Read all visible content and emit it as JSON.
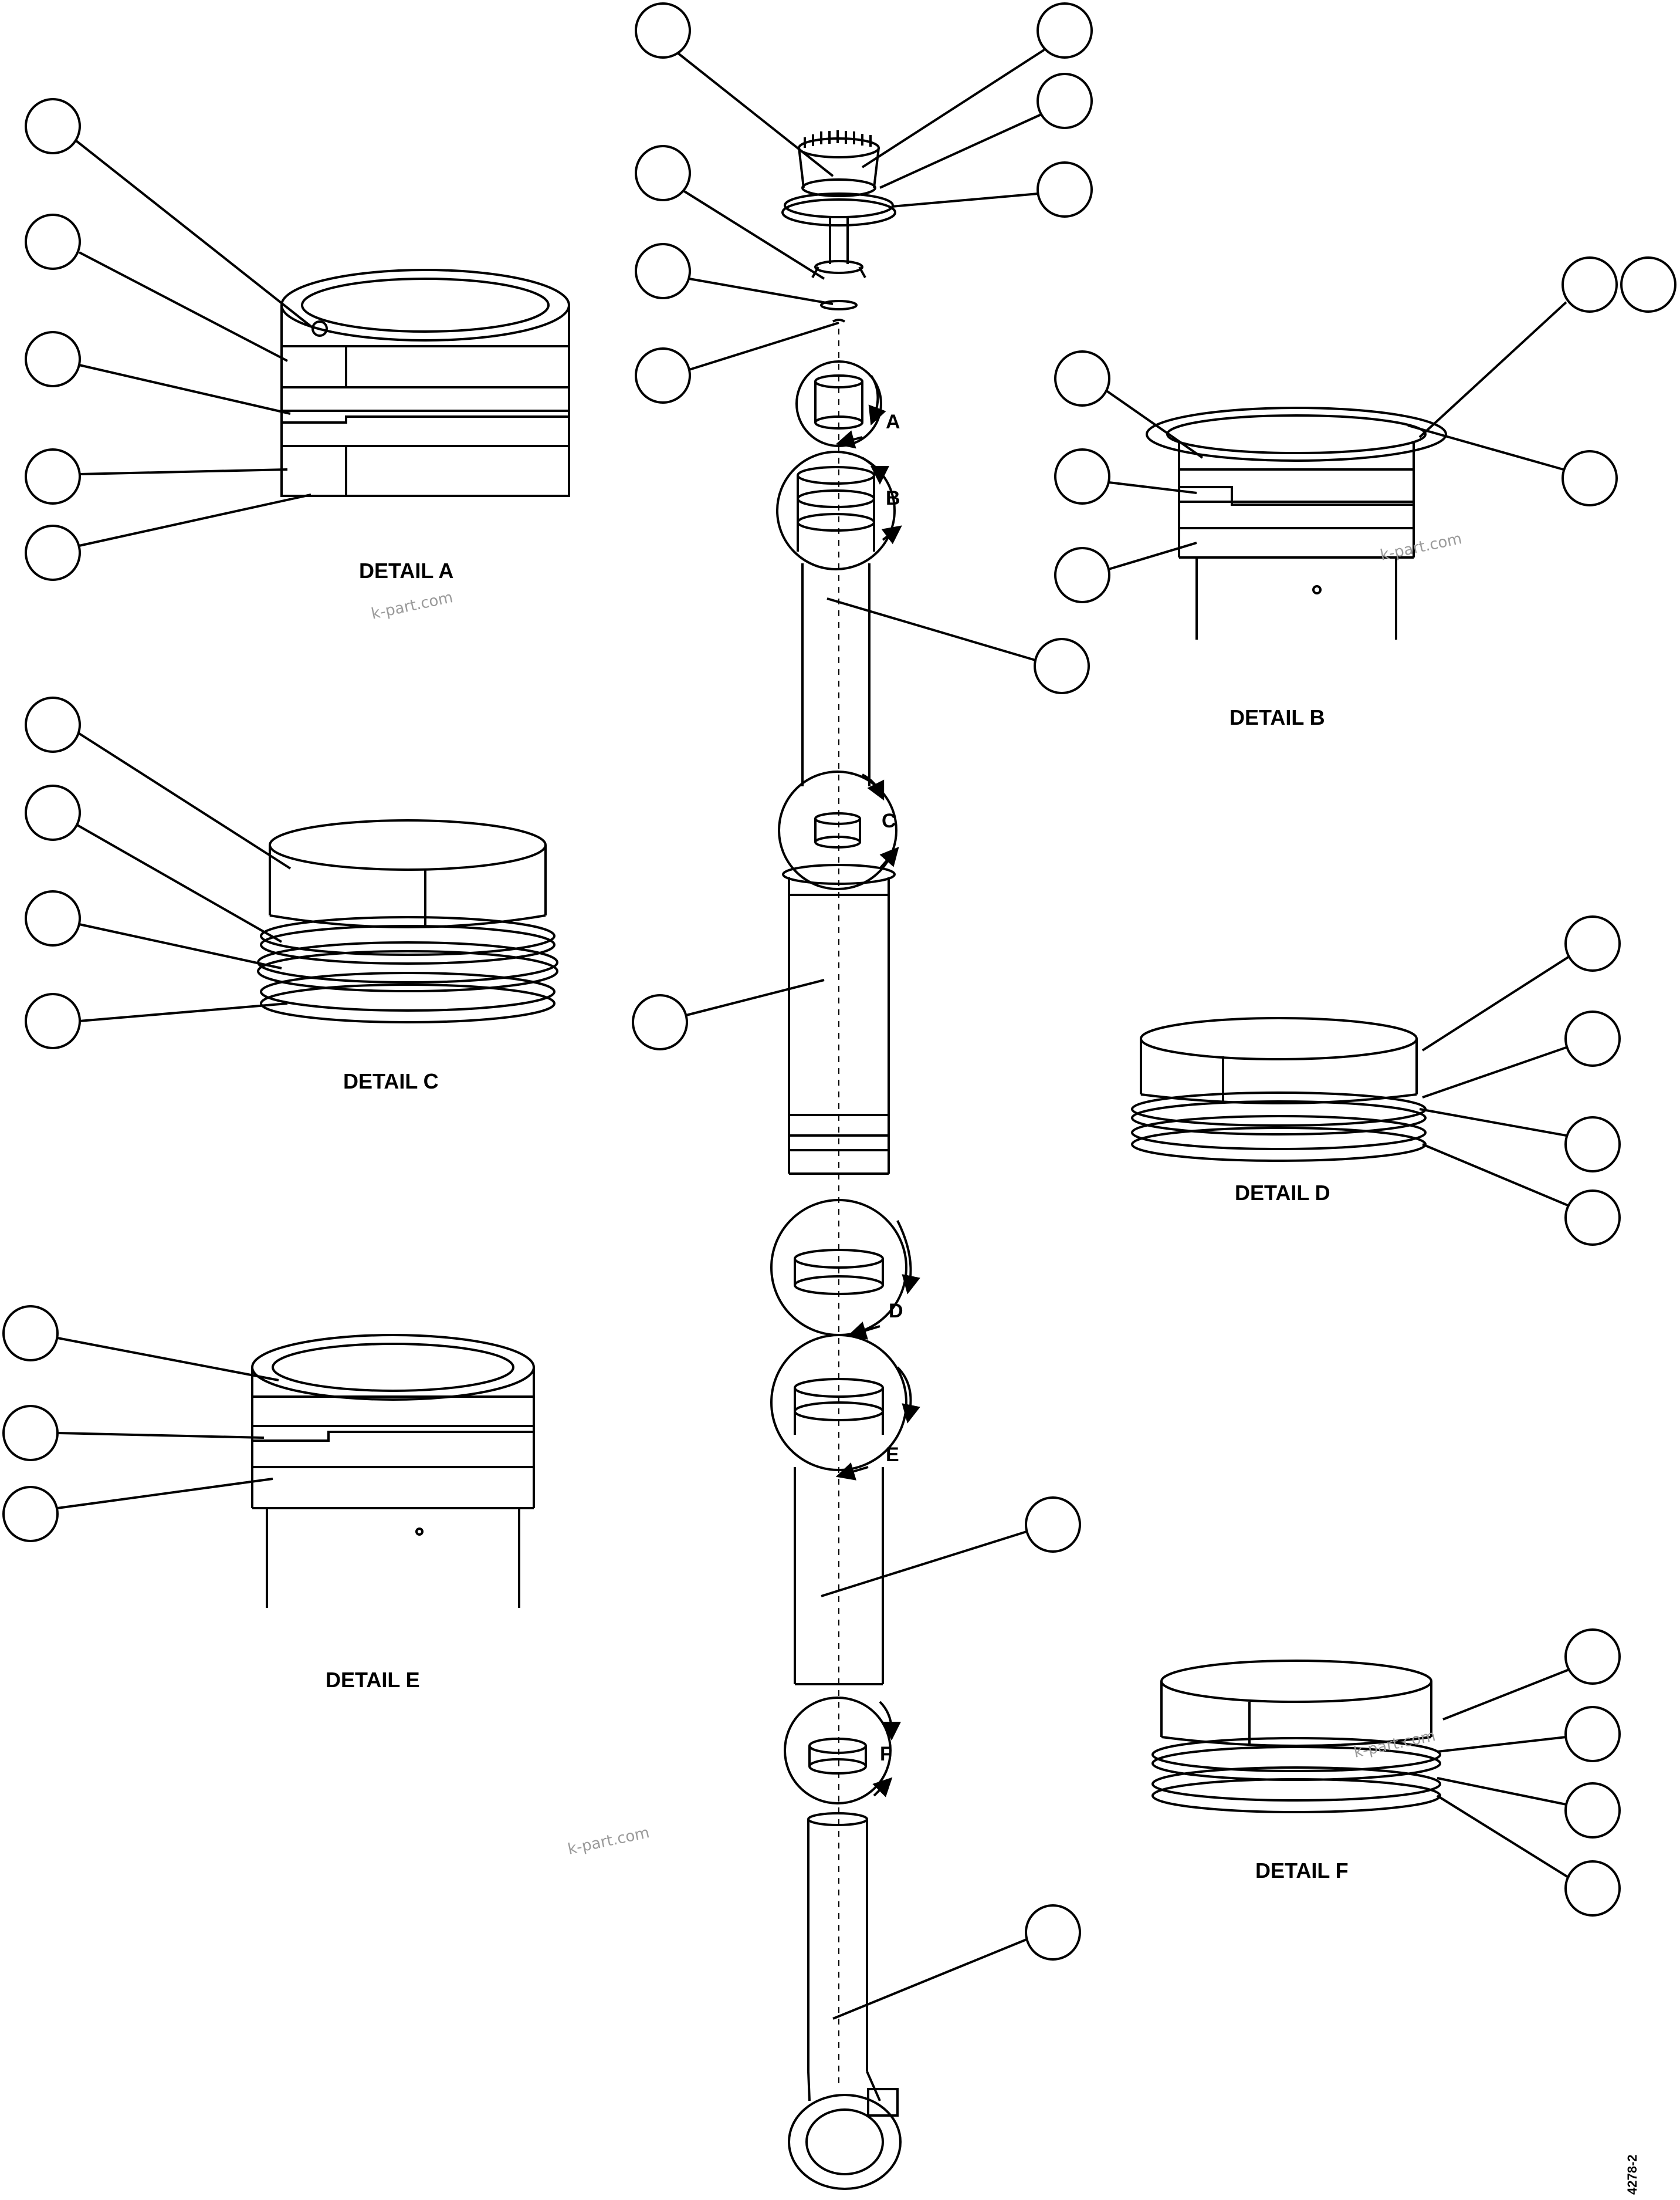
{
  "details": {
    "a": {
      "title": "DETAIL A",
      "callout": "A"
    },
    "b": {
      "title": "DETAIL B",
      "callout": "B"
    },
    "c": {
      "title": "DETAIL C",
      "callout": "C"
    },
    "d": {
      "title": "DETAIL D",
      "callout": "D"
    },
    "e": {
      "title": "DETAIL E",
      "callout": "E"
    },
    "f": {
      "title": "DETAIL F",
      "callout": "F"
    }
  },
  "watermark": "k-part.com",
  "drawing_code": "4278-2",
  "colors": {
    "line": "#000000",
    "background": "#ffffff",
    "watermark": "#9a9a9a"
  }
}
